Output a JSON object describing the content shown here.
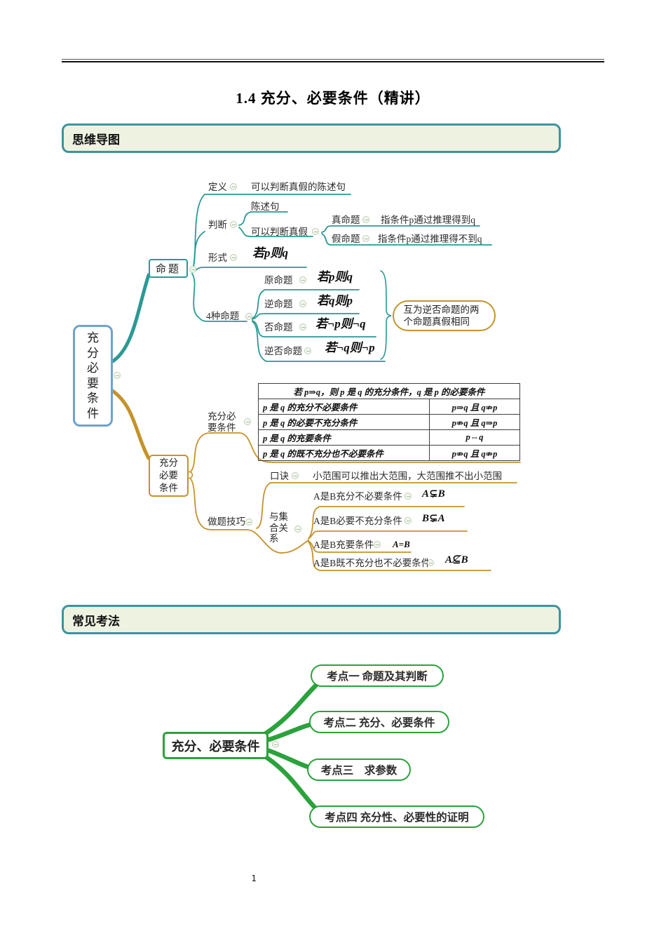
{
  "page": {
    "title": "1.4 充分、必要条件（精讲）",
    "page_number": "1"
  },
  "sections": {
    "mindmap": "思维导图",
    "exam": "常见考法"
  },
  "colors": {
    "teal": "#2B9993",
    "gold": "#C3932B",
    "green": "#2BA23C",
    "blue": "#6FA3CC",
    "header_border": "#3D93A0",
    "header_bg": "#EDF2E1"
  },
  "map1": {
    "root": "充分必要条件",
    "mingti": {
      "label": "命题",
      "dingyi_label": "定义",
      "dingyi_value": "可以判断真假的陈述句",
      "panduan_label": "判断",
      "chenshuju": "陈述句",
      "keyi": "可以判断真假",
      "zhen_label": "真命题",
      "zhen_value": "指条件p通过推理得到q",
      "jia_label": "假命题",
      "jia_value": "指条件p通过推理得不到q",
      "xingshi_label": "形式",
      "xingshi_value": "若p则q",
      "sizhong_label": "4种命题",
      "yuan_label": "原命题",
      "yuan_value": "若p则q",
      "ni_label": "逆命题",
      "ni_value": "若q则p",
      "fou_label": "否命题",
      "fou_value": "若¬p则¬q",
      "nifou_label": "逆否命题",
      "nifou_value": "若¬q则¬p",
      "note": "互为逆否命题的两个命题真假相同"
    },
    "chongfen": {
      "label": "充分必要条件",
      "branch_label": "充分必要条件",
      "table": {
        "header": "若 p⇒q，则 p 是 q 的充分条件，q 是 p 的必要条件",
        "rows": [
          {
            "left": "p 是 q 的充分不必要条件",
            "right": "p⇒q 且 q⇏p"
          },
          {
            "left": "p 是 q 的必要不充分条件",
            "right": "p⇏q 且 q⇒p"
          },
          {
            "left": "p 是 q 的充要条件",
            "right": "p⇔q"
          },
          {
            "left": "p 是 q 的既不充分也不必要条件",
            "right": "p⇏q 且 q⇏p"
          }
        ]
      },
      "zuoti_label": "做题技巧",
      "koujue_label": "口诀",
      "koujue_value": "小范围可以推出大范围，大范围推不出小范围",
      "jihe_label": "与集合关系",
      "items": [
        {
          "label": "A是B充分不必要条件",
          "value": "A⊊B"
        },
        {
          "label": "A是B必要不充分条件",
          "value": "B⊊A"
        },
        {
          "label": "A是B充要条件",
          "value": "A=B"
        },
        {
          "label": "A是B既不充分也不必要条件",
          "value": "A⊈B"
        }
      ]
    }
  },
  "map2": {
    "root": "充分、必要条件",
    "items": [
      {
        "label": "考点一 命题及其判断"
      },
      {
        "label": "考点二 充分、必要条件"
      },
      {
        "label": "考点三　求参数"
      },
      {
        "label": "考点四 充分性、必要性的证明"
      }
    ]
  }
}
